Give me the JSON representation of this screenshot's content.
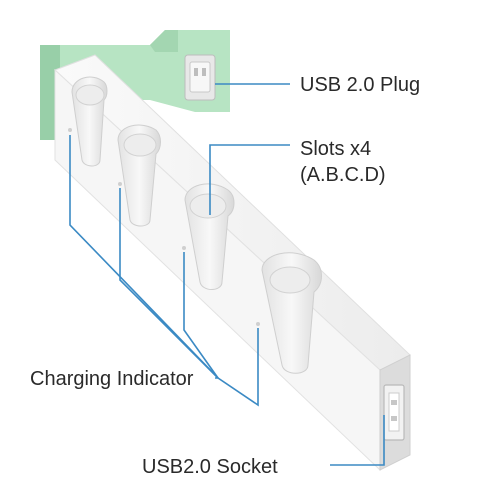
{
  "labels": {
    "usb_plug": "USB 2.0 Plug",
    "slots_line1": "Slots x4",
    "slots_line2": "(A.B.C.D)",
    "charging_indicator": "Charging Indicator",
    "usb_socket": "USB2.0 Socket"
  },
  "colors": {
    "body": "#f4f4f4",
    "body_shade": "#dcdcdc",
    "mint_base": "#b7e4c3",
    "mint_shade": "#98cfa8",
    "callout_line": "#3b8ac4",
    "text": "#2a2a2a"
  }
}
